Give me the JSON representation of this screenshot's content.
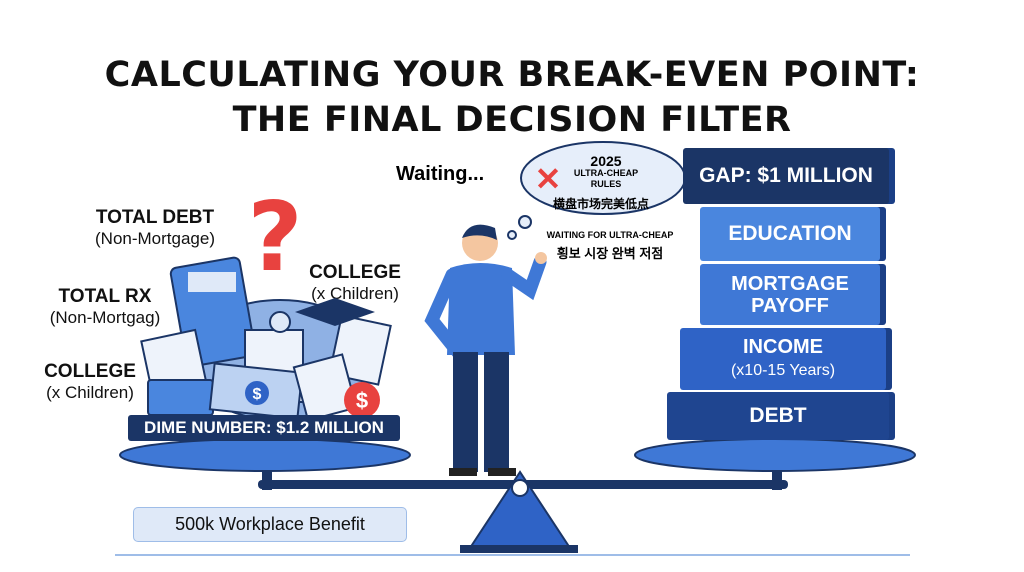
{
  "title": {
    "line1": "CALCULATING YOUR BREAK-EVEN POINT:",
    "line2": "THE FINAL DECISION FILTER"
  },
  "left_labels": [
    {
      "title": "TOTAL DEBT",
      "sub": "(Non-Mortgage)"
    },
    {
      "title": "TOTAL RX",
      "sub": "(Non-Mortgag)"
    },
    {
      "title": "COLLEGE",
      "sub": "(x Children)"
    },
    {
      "title": "COLLEGE",
      "sub": "(x Children)"
    }
  ],
  "dime_banner": "DIME NUMBER: $1.2 MILLION",
  "workplace_benefit": "500k Workplace Benefit",
  "person": {
    "waiting": "Waiting...",
    "thought": {
      "year": "2025",
      "line1": "ULTRA-CHEAP",
      "line2": "RULES",
      "chinese": "横盘市场完美低点"
    },
    "caption": "WAITING FOR ULTRA-CHEAP",
    "korean": "횡보 시장 완벽 저점"
  },
  "stack": {
    "gap": "GAP: $1 MILLION",
    "education": "EDUCATION",
    "mortgage": [
      "MORTGAGE",
      "PAYOFF"
    ],
    "income": [
      "INCOME",
      "(x10-15 Years)"
    ],
    "debt": "DEBT"
  },
  "colors": {
    "navy": "#1b3566",
    "blue": "#2f63c6",
    "light": "#4a86de",
    "red": "#e8423f"
  }
}
